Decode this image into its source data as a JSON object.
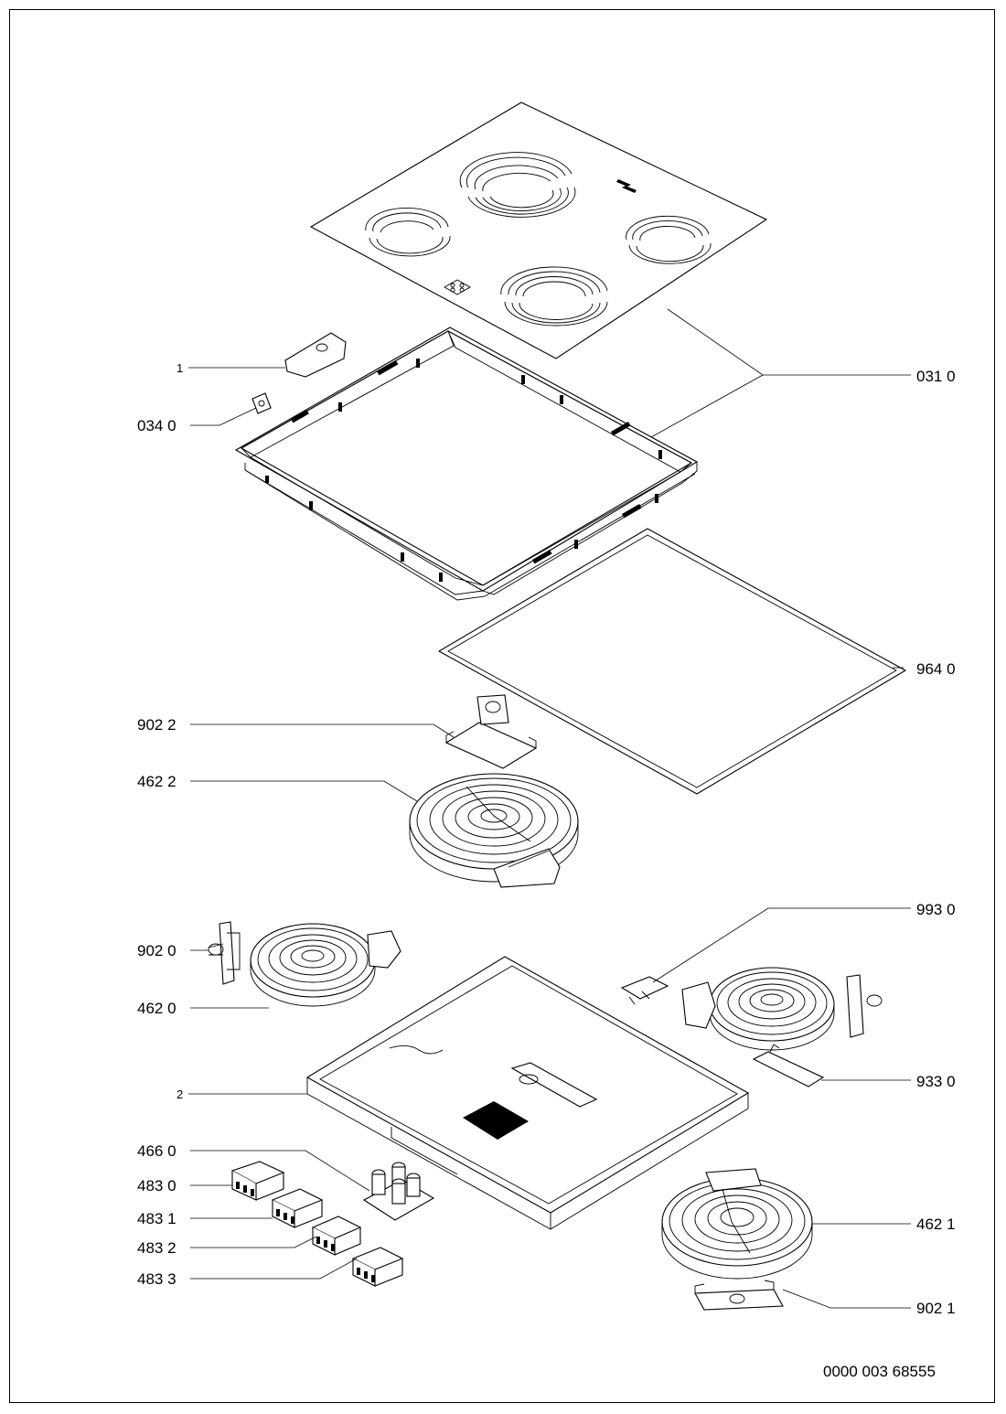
{
  "diagram": {
    "drawing_number": "0000 003 68555",
    "labels": [
      {
        "id": "031-0",
        "text": "031 0"
      },
      {
        "id": "1",
        "text": "1"
      },
      {
        "id": "034-0",
        "text": "034 0"
      },
      {
        "id": "964-0",
        "text": "964 0"
      },
      {
        "id": "902-2",
        "text": "902 2"
      },
      {
        "id": "462-2",
        "text": "462 2"
      },
      {
        "id": "993-0",
        "text": "993 0"
      },
      {
        "id": "902-0",
        "text": "902 0"
      },
      {
        "id": "462-0",
        "text": "462 0"
      },
      {
        "id": "933-0",
        "text": "933 0"
      },
      {
        "id": "2",
        "text": "2"
      },
      {
        "id": "466-0",
        "text": "466 0"
      },
      {
        "id": "483-0",
        "text": "483 0"
      },
      {
        "id": "483-1",
        "text": "483 1"
      },
      {
        "id": "483-2",
        "text": "483 2"
      },
      {
        "id": "483-3",
        "text": "483 3"
      },
      {
        "id": "462-1",
        "text": "462 1"
      },
      {
        "id": "902-1",
        "text": "902 1"
      }
    ]
  }
}
